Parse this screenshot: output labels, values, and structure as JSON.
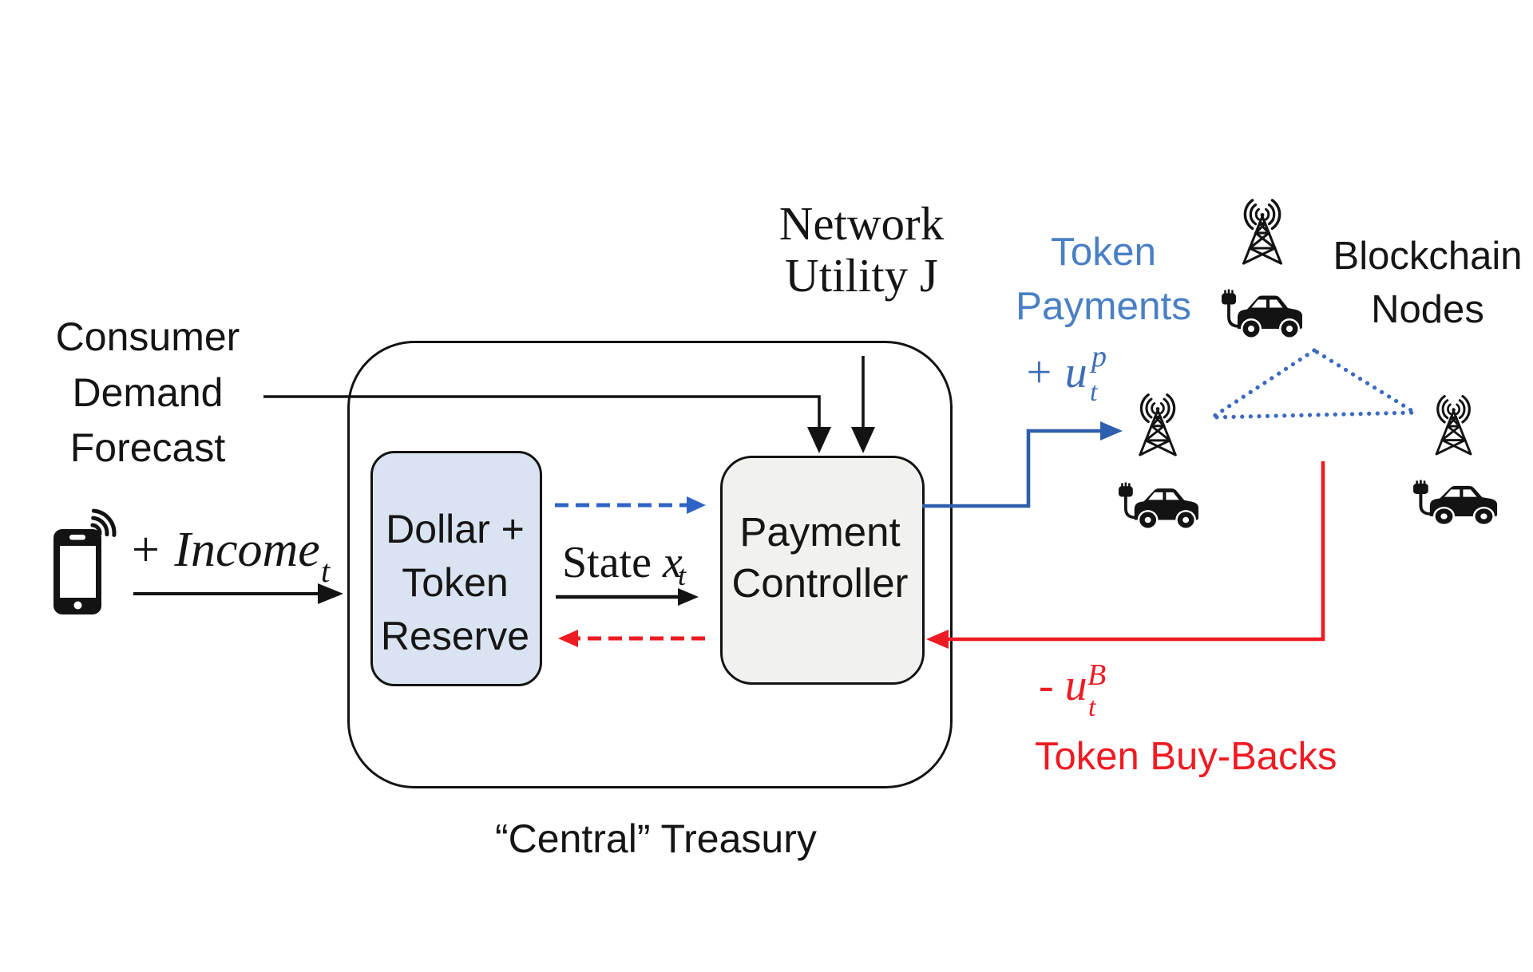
{
  "figure": {
    "type": "system-block-diagram",
    "title": "Token economy control loop with “Central” Treasury, Payment Controller and blockchain nodes"
  },
  "colors": {
    "background": "#ffffff",
    "ink_black": "#151515",
    "reserve_fill": "#dae3f1",
    "controller_fill": "#f1f1ee",
    "blue_label": "#4a7fc4",
    "blue_math": "#3e6db6",
    "blue_line": "#2e5fad",
    "blue_dash": "#2f64c6",
    "triangle_blue": "#3c6ac0",
    "red": "#ee1b23"
  },
  "labels": {
    "consumer_demand_forecast": {
      "lines": [
        "Consumer",
        "Demand",
        "Forecast"
      ]
    },
    "network_utility": {
      "lines": [
        "Network",
        "Utility J"
      ]
    },
    "token_payments": {
      "lines": [
        "Token",
        "Payments"
      ]
    },
    "blockchain_nodes": {
      "lines": [
        "Blockchain",
        "Nodes"
      ]
    },
    "token_buybacks": "Token Buy-Backs",
    "central_treasury": "“Central” Treasury",
    "reserve_box": {
      "lines": [
        "Dollar +",
        "Token",
        "Reserve"
      ]
    },
    "controller_box": {
      "lines": [
        "Payment",
        "Controller"
      ]
    }
  },
  "math": {
    "income": {
      "base": "+ Income",
      "sub": "t"
    },
    "state": {
      "word": "State ",
      "var": "x",
      "sub": "t"
    },
    "token_payment_control": {
      "base": "+ u",
      "sup": "p",
      "sub": "t"
    },
    "token_buyback_control": {
      "base": "- u",
      "sup": "B",
      "sub": "t"
    }
  },
  "icons": {
    "smartphone": "smartphone with wireless signal",
    "cell_tower": "radio lattice tower with radio waves",
    "ev_car": "electric car with charging plug",
    "count_cell_towers": 3,
    "count_ev_cars": 3
  }
}
